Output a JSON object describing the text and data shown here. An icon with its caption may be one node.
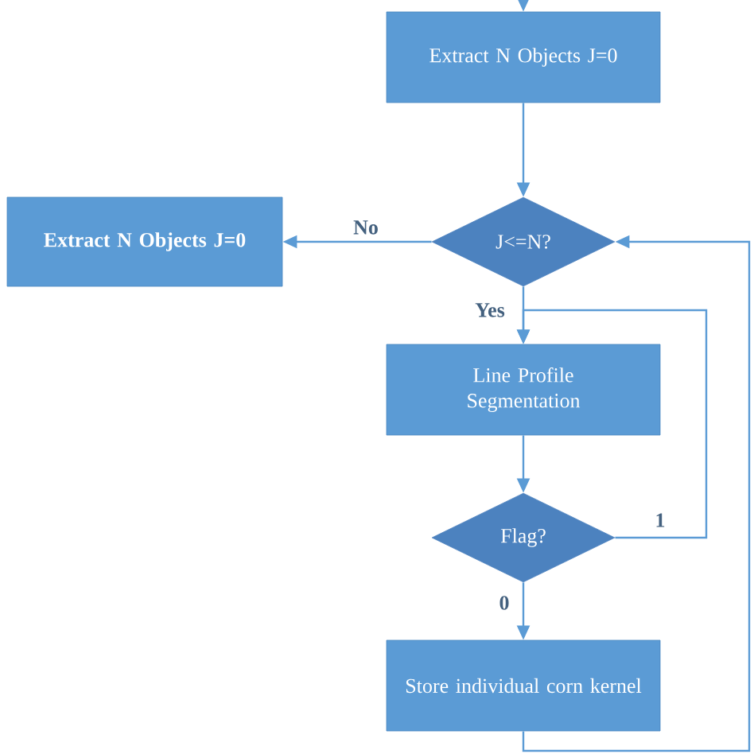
{
  "diagram": {
    "nodes": [
      {
        "text": [
          "Extract N Objects J=0"
        ]
      },
      {
        "text": [
          "Extract N Objects J=0"
        ]
      },
      {
        "text": [
          "J<=N?"
        ]
      },
      {
        "text": [
          "Line Profile Segmentation"
        ]
      },
      {
        "text": [
          "Flag?"
        ]
      },
      {
        "text": [
          "Store individual corn kernel"
        ]
      }
    ],
    "edges": [
      {
        "from": null,
        "to": 0,
        "arrow": "to"
      },
      {
        "from": 0,
        "to": 2,
        "arrow": "to"
      },
      {
        "from": 2,
        "to": 1,
        "arrow": "to",
        "label": "No"
      },
      {
        "from": 2,
        "to": 3,
        "arrow": "to",
        "label": "Yes"
      },
      {
        "from": 3,
        "to": 4,
        "arrow": "to"
      },
      {
        "from": 4,
        "to": 3,
        "arrow": "to",
        "label": "1"
      },
      {
        "from": 4,
        "to": 5,
        "arrow": "to",
        "label": "0"
      },
      {
        "from": 5,
        "to": 2,
        "arrow": "to"
      }
    ]
  }
}
